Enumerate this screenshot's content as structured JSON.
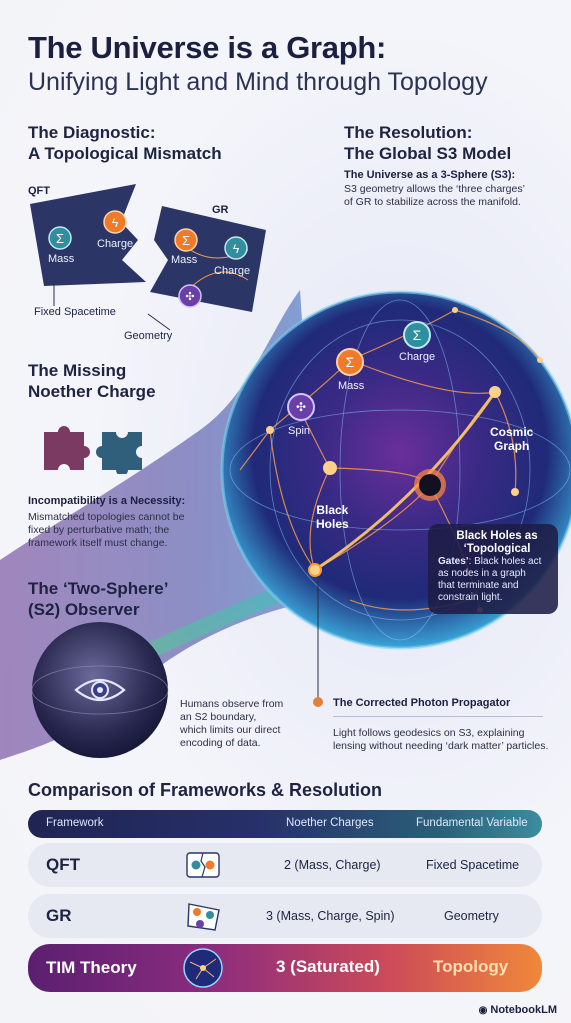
{
  "title": "The Universe is a Graph:",
  "subtitle": "Unifying Light and Mind through Topology",
  "diagnostic": {
    "heading_1": "The Diagnostic:",
    "heading_2": "A Topological Mismatch",
    "qft_label": "QFT",
    "gr_label": "GR",
    "qft_mass": "Mass",
    "qft_charge": "Charge",
    "gr_mass": "Mass",
    "gr_charge": "Charge",
    "gr_spin": "Spin",
    "fixed_spacetime": "Fixed Spacetime",
    "geometry": "Geometry"
  },
  "resolution": {
    "heading_1": "The Resolution:",
    "heading_2": "The Global S3 Model",
    "bold_text": "The Universe as a 3-Sphere (S3):",
    "text_1": "S3 geometry allows the ‘three charges’",
    "text_2": "of GR to stabilize across the manifold."
  },
  "sphere": {
    "charge": "Charge",
    "mass": "Mass",
    "spin": "Spin",
    "cosmic_graph_1": "Cosmic",
    "cosmic_graph_2": "Graph",
    "black_holes_1": "Black",
    "black_holes_2": "Holes"
  },
  "noether": {
    "heading_1": "The Missing",
    "heading_2": "Noether Charge",
    "bold_text": "Incompatibility is a Necessity:",
    "text_1": "Mismatched topologies cannot be",
    "text_2": "fixed by perturbative math; the",
    "text_3": "framework itself must change."
  },
  "gates": {
    "title_1": "Black Holes as",
    "title_2": "‘Topological",
    "title_3": "Gates’",
    "text_inline": ": Black holes act",
    "text_2": "as nodes in a graph",
    "text_3": "that terminate and",
    "text_4": "constrain light."
  },
  "observer": {
    "heading_1": "The ‘Two-Sphere’",
    "heading_2": "(S2) Observer",
    "text_1": "Humans observe from",
    "text_2": "an S2 boundary,",
    "text_3": "which limits our direct",
    "text_4": "encoding of data."
  },
  "propagator": {
    "title": "The Corrected Photon Propagator",
    "text_1": "Light follows geodesics on S3, explaining",
    "text_2": "lensing without needing ‘dark matter’ particles."
  },
  "comparison": {
    "heading": "Comparison of Frameworks & Resolution",
    "columns": [
      "Framework",
      "Noether Charges",
      "Fundamental Variable"
    ],
    "rows": [
      {
        "framework": "QFT",
        "charges": "2 (Mass, Charge)",
        "variable": "Fixed Spacetime"
      },
      {
        "framework": "GR",
        "charges": "3 (Mass, Charge, Spin)",
        "variable": "Geometry"
      },
      {
        "framework": "TIM Theory",
        "charges": "3 (Saturated)",
        "variable": "Topology"
      }
    ]
  },
  "footer": "NotebookLM",
  "colors": {
    "navy": "#1d2341",
    "teal": "#2f8f9e",
    "orange": "#f07a2a",
    "purple": "#6a3fa8"
  },
  "icons": [
    "sigma-icon",
    "lightning-icon",
    "spin-icon",
    "puzzle-icon",
    "eye-icon",
    "notebooklm-logo-icon"
  ]
}
